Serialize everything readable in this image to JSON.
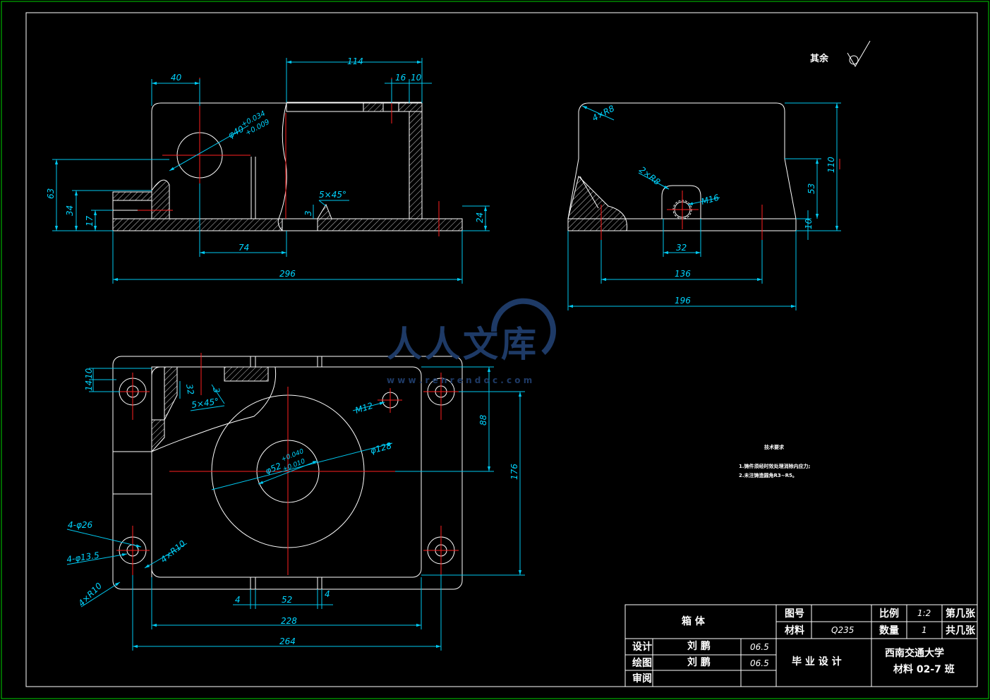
{
  "surface_finish": {
    "label": "其余"
  },
  "front_view": {
    "dims": {
      "d114": "114",
      "d40": "40",
      "d16": "16",
      "d10a": "10",
      "d63": "63",
      "d34": "34",
      "d17": "17",
      "d24": "24",
      "d74": "74",
      "d296": "296",
      "d3": "3",
      "chamfer": "5×45°",
      "bore": "φ40",
      "bore_tol_up": "+0.034",
      "bore_tol_dn": "+0.009"
    }
  },
  "side_view": {
    "dims": {
      "r8": "4×R8",
      "r2r8": "2×R8",
      "m16": "M16",
      "d110": "110",
      "d53": "53",
      "d10": "10",
      "d32": "32",
      "d136": "136",
      "d196": "196"
    }
  },
  "top_view": {
    "dims": {
      "d10": "10",
      "d14": "14",
      "d32": "32",
      "d3b": "3",
      "chamfer": "5×45°",
      "m12": "M12",
      "phi128": "φ128",
      "phi52": "φ52",
      "phi52_up": "+0.040",
      "phi52_dn": "+0.010",
      "d88": "88",
      "d176": "176",
      "holes26": "4-φ26",
      "holes135": "4-φ13.5",
      "r10a": "4×R10",
      "r10b": "4×R10",
      "d4a": "4",
      "d52": "52",
      "d4b": "4",
      "d228": "228",
      "d264": "264"
    }
  },
  "tech_req": {
    "title": "技术要求",
    "line1": "1.铸件须经时效处理消除内应力;",
    "line2": "2.未注铸造圆角R3~R5。"
  },
  "watermark": {
    "brand": "人人文库",
    "url": "w w w . r e n r e n d o c . c o m"
  },
  "title_block": {
    "part_name": "箱 体",
    "drawing_no_label": "图号",
    "material_label": "材料",
    "material_value": "Q235",
    "scale_label": "比例",
    "scale_value": "1:2",
    "qty_label": "数量",
    "qty_value": "1",
    "sheet_no_label": "第几张",
    "sheet_total_label": "共几张",
    "design_label": "设计",
    "design_name": "刘 鹏",
    "design_date": "06.5",
    "draw_label": "绘图",
    "draw_name": "刘 鹏",
    "draw_date": "06.5",
    "review_label": "审阅",
    "project": "毕 业 设 计",
    "school": "西南交通大学",
    "class_name": "材料 02-7 班"
  }
}
